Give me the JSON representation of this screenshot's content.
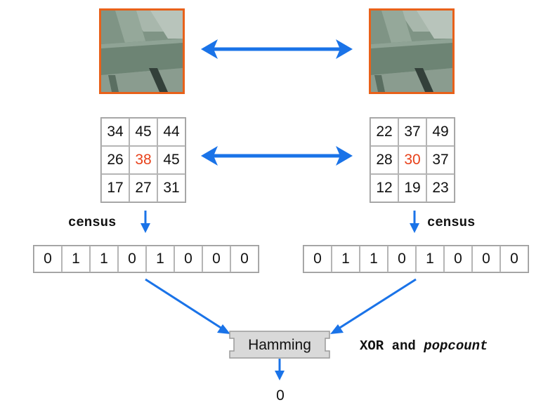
{
  "left": {
    "grid": [
      34,
      45,
      44,
      26,
      38,
      45,
      17,
      27,
      31
    ],
    "census_label": "census",
    "bits": [
      0,
      1,
      1,
      0,
      1,
      0,
      0,
      0
    ]
  },
  "right": {
    "grid": [
      22,
      37,
      49,
      28,
      30,
      37,
      12,
      19,
      23
    ],
    "census_label": "census",
    "bits": [
      0,
      1,
      1,
      0,
      1,
      0,
      0,
      0
    ]
  },
  "hamming": {
    "label": "Hamming",
    "op_prefix": "XOR and ",
    "op_italic": "popcount",
    "result": "0"
  },
  "colors": {
    "arrow": "#1a73e8",
    "patch_border": "#e8611a",
    "center_text": "#e8411a",
    "box_fill": "#d9d9d9"
  }
}
